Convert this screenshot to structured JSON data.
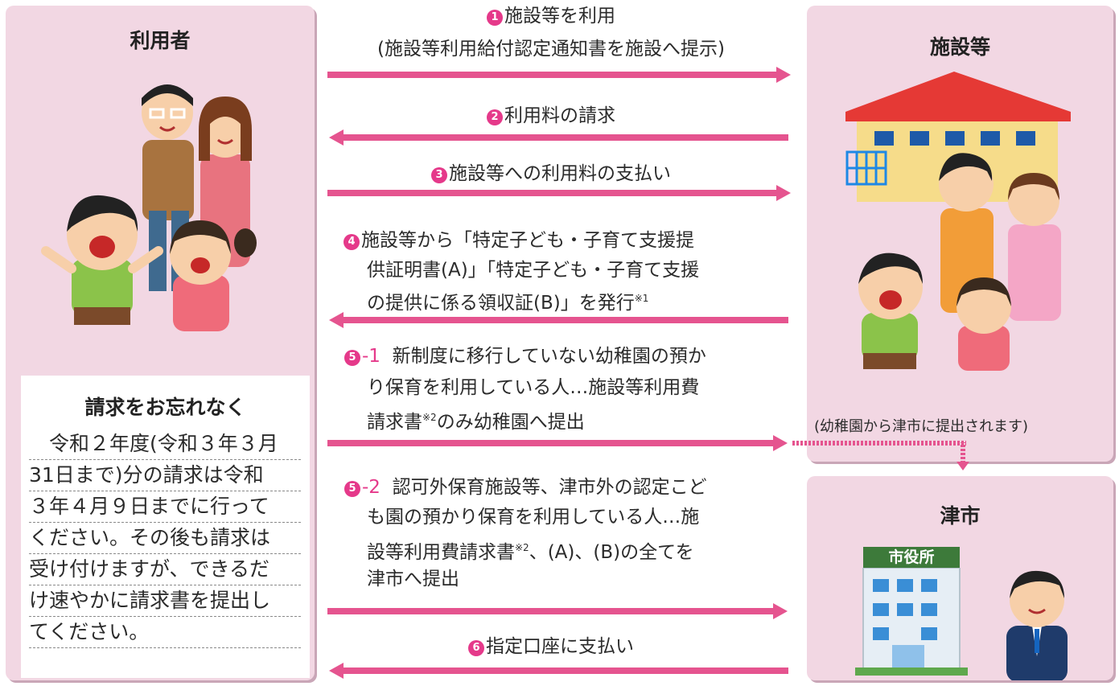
{
  "panels": {
    "users": {
      "title": "利用者"
    },
    "facility": {
      "title": "施設等"
    },
    "city": {
      "title": "津市",
      "sign": "市役所"
    }
  },
  "notice": {
    "title": "請求をお忘れなく",
    "lines": [
      "　令和２年度(令和３年３月",
      "31日まで)分の請求は令和",
      "３年４月９日までに行って",
      "ください。その後も請求は",
      "受け付けますが、できるだ",
      "け速やかに請求書を提出し",
      "てください。"
    ]
  },
  "steps": {
    "s1": {
      "num": "1",
      "text": "施設等を利用",
      "sub": "(施設等利用給付認定通知書を施設へ提示)"
    },
    "s2": {
      "num": "2",
      "text": "利用料の請求"
    },
    "s3": {
      "num": "3",
      "text": "施設等への利用料の支払い"
    },
    "s4": {
      "num": "4",
      "line1": "施設等から「特定子ども・子育て支援提",
      "line2": "供証明書(A)」「特定子ども・子育て支援",
      "line3": "の提供に係る領収証(B)」を発行",
      "note": "※1"
    },
    "s5_1": {
      "num": "5",
      "label": "-1",
      "line1": "新制度に移行していない幼稚園の預か",
      "line2": "り保育を利用している人…施設等利用費",
      "line3a": "請求書",
      "note": "※2",
      "line3b": "のみ幼稚園へ提出"
    },
    "s5_2": {
      "num": "5",
      "label": "-2",
      "line1": "認可外保育施設等、津市外の認定こど",
      "line2": "も園の預かり保育を利用している人…施",
      "line3a": "設等利用費請求書",
      "note": "※2",
      "line3b": "、(A)、(B)の全てを",
      "line4": "津市へ提出"
    },
    "s6": {
      "num": "6",
      "text": "指定口座に支払い"
    }
  },
  "kindergarten_note": "(幼稚園から津市に提出されます)",
  "colors": {
    "panel": "#f2d7e3",
    "arrow": "#e5548f",
    "accent": "#e5398a"
  }
}
